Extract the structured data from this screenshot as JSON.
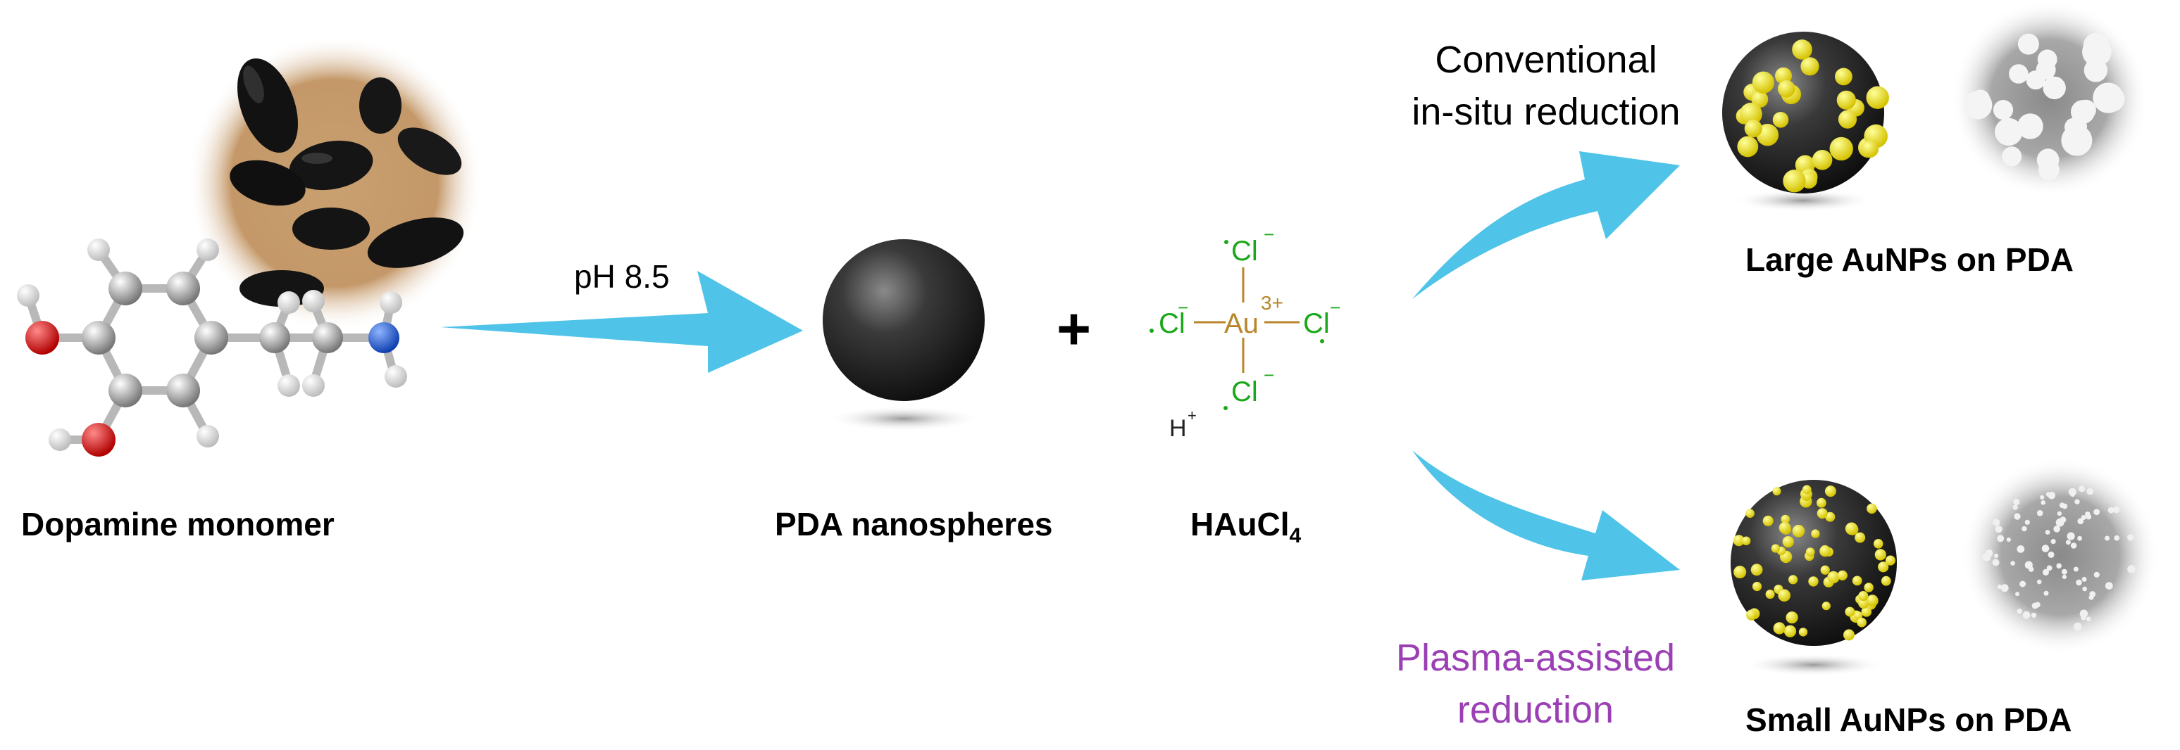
{
  "labels": {
    "dopamine": "Dopamine monomer",
    "ph": "pH 8.5",
    "pda": "PDA nanospheres",
    "plus": "+",
    "haucl4_main": "HAuCl",
    "haucl4_sub": "4",
    "conventional_line1": "Conventional",
    "conventional_line2": "in-situ reduction",
    "plasma_line1": "Plasma-assisted",
    "plasma_line2": "reduction",
    "large": "Large AuNPs on PDA",
    "small": "Small AuNPs on PDA"
  },
  "complex": {
    "center": "Au",
    "charge": "3+",
    "ligand": "Cl",
    "minus": "−",
    "proton": "H",
    "proton_charge": "+"
  },
  "colors": {
    "arrow": "#4fc3e8",
    "gold": "#f2e600",
    "chloride": "#1aa81a",
    "gold_label": "#b8862b",
    "plasma_text": "#9b3fb5",
    "oxygen": "#e01515",
    "nitrogen": "#1f5fe0",
    "carbon": "#9a9a9a",
    "hydrogen": "#f2f2f2"
  }
}
